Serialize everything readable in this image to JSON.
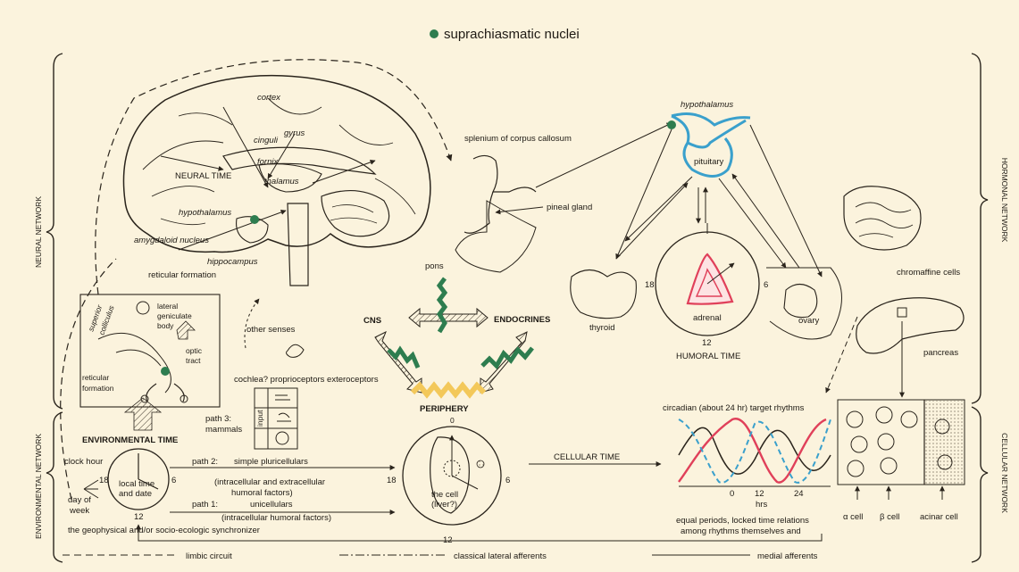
{
  "title": "suprachiasmatic nuclei",
  "colors": {
    "background": "#fbf3dd",
    "ink": "#2a241c",
    "scn_green": "#2e7d4f",
    "hormonal_blue": "#3aa0cc",
    "rhythm_red": "#e0405a",
    "periphery_yellow": "#f3c85a"
  },
  "side_labels": {
    "neural_network": "NEURAL NETWORK",
    "environmental_network": "ENVIRONMENTAL NETWORK",
    "hormonal_network": "HORMONAL NETWORK",
    "cellular_network": "CELLULAR NETWORK"
  },
  "brain_labels": {
    "cortex": "cortex",
    "cinguli": "cinguli",
    "gyrus": "gyrus",
    "fornix": "fornix",
    "neural_time": "NEURAL TIME",
    "thalamus": "thalamus",
    "hypothalamus": "hypothalamus",
    "amygdaloid": "amygdaloid nucleus",
    "hippocampus": "hippocampus",
    "reticular_formation": "reticular formation",
    "pons": "pons"
  },
  "pineal_labels": {
    "splenium": "splenium of corpus callosum",
    "pineal": "pineal gland"
  },
  "visual_labels": {
    "superior": "superior",
    "colliculus": "colliculus",
    "lateral": "lateral",
    "geniculate": "geniculate",
    "body": "body",
    "optic": "optic",
    "tract": "tract",
    "reticular": "reticular",
    "formation": "formation"
  },
  "senses_labels": {
    "other_senses": "other senses",
    "receptors": "cochlea? proprioceptors exteroceptors"
  },
  "center_labels": {
    "cns": "CNS",
    "endocrines": "ENDOCRINES",
    "periphery": "PERIPHERY",
    "top_zero": "0"
  },
  "hormonal_labels": {
    "hypothalamus": "hypothalamus",
    "pituitary": "pituitary",
    "thyroid": "thyroid",
    "adrenal": "adrenal",
    "ovary": "ovary",
    "humoral_time": "HUMORAL TIME",
    "chromaffine": "chromaffine cells",
    "pancreas": "pancreas",
    "clock_18": "18",
    "clock_6": "6",
    "clock_12": "12"
  },
  "environment": {
    "path3_a": "path 3:",
    "path3_b": "mammals",
    "input": "input",
    "env_time": "ENVIRONMENTAL TIME",
    "clock_hour": "clock hour",
    "day_of": "day of",
    "week": "week",
    "local_time": "local time",
    "and_date": "and date",
    "clock_18": "18",
    "clock_6": "6",
    "clock_12": "12",
    "path2_a": "path 2:",
    "path2_b": "simple pluricellulars",
    "path2_c": "(intracellular and extracellular",
    "path2_d": "humoral factors)",
    "path1_a": "path 1:",
    "path1_b": "unicellulars",
    "path1_c": "(intracellular humoral factors)",
    "synchronizer": "the geophysical and/or socio-ecologic synchronizer"
  },
  "cell_clock": {
    "label_18": "18",
    "label_6": "6",
    "label_12": "12",
    "the_cell": "the cell",
    "liver": "(liver?)",
    "cellular_time": "CELLULAR TIME"
  },
  "rhythms": {
    "title": "circadian (about 24 hr) target rhythms",
    "tick_0": "0",
    "tick_12": "12",
    "tick_24": "24",
    "unit": "hrs",
    "note_a": "equal periods, locked time relations",
    "note_b": "among rhythms themselves and"
  },
  "cells": {
    "alpha": "α cell",
    "beta": "β cell",
    "acinar": "acinar cell"
  },
  "legend": {
    "limbic": "limbic circuit",
    "lateral": "classical lateral afferents",
    "medial": "medial afferents"
  }
}
